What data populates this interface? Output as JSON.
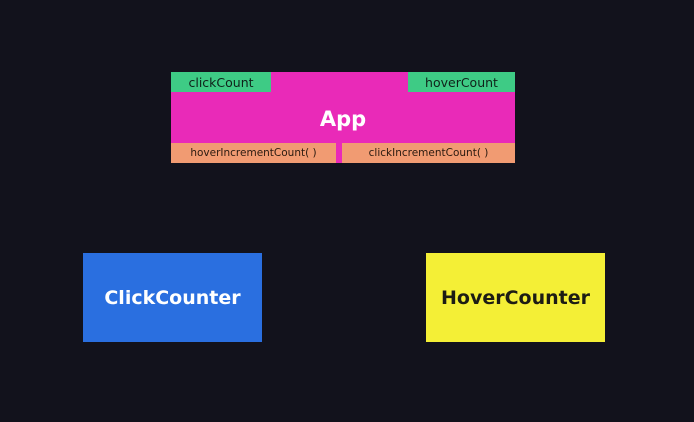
{
  "app": {
    "title": "App",
    "color": "#e92ab8",
    "state": {
      "click_count": "clickCount",
      "hover_count": "hoverCount",
      "color": "#3ecb85"
    },
    "methods": {
      "hover_increment": "hoverIncrementCount( )",
      "click_increment": "clickIncrementCount( )",
      "color": "#f19b72"
    }
  },
  "children": {
    "click_counter": {
      "label": "ClickCounter",
      "color": "#2a6fe0"
    },
    "hover_counter": {
      "label": "HoverCounter",
      "color": "#f4ef36"
    }
  },
  "background_color": "#12121c"
}
